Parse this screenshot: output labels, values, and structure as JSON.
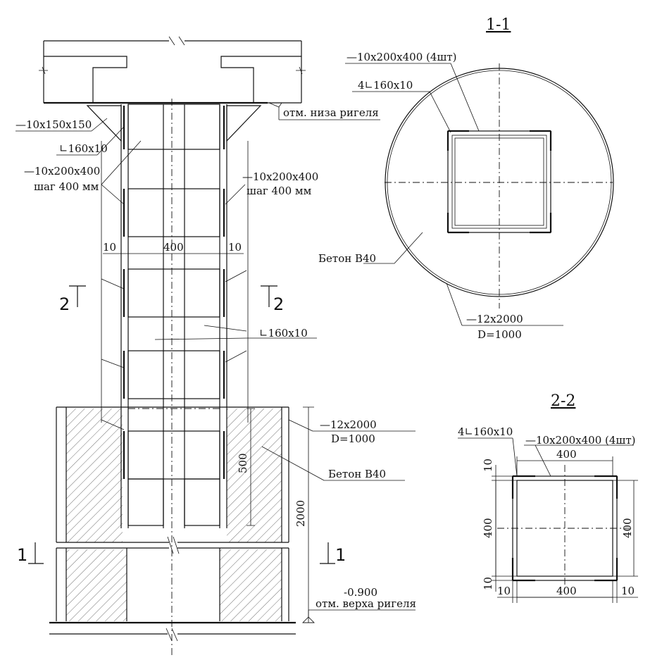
{
  "sections": {
    "s11": "1-1",
    "s22": "2-2",
    "mark1": "1",
    "mark2": "2"
  },
  "elevation": {
    "plate_150": "—10x150x150",
    "angle_a": "∟160x10",
    "plate_left": "—10x200x400",
    "step_left": "шаг 400 мм",
    "plate_right": "—10x200x400",
    "step_right": "шаг 400 мм",
    "dim_10_left": "10",
    "dim_400": "400",
    "dim_10_right": "10",
    "angle_mid": "∟160x10",
    "tube": "—12x2000",
    "tube_d": "D=1000",
    "concrete": "Бетон В40",
    "dim_500": "500",
    "dim_2000": "2000",
    "level_bottom_val": "-0.900",
    "level_bottom": "отм. верха ригеля",
    "level_top": "отм. низа ригеля"
  },
  "sec11": {
    "plates": "—10x200x400 (4шт)",
    "angles": "4∟160x10",
    "concrete": "Бетон В40",
    "tube": "—12x2000",
    "tube_d": "D=1000"
  },
  "sec22": {
    "angles": "4∟160x10",
    "plates": "—10x200x400 (4шт)",
    "dim_top": "400",
    "dim_bottom": "400",
    "dim_left": "400",
    "dim_right": "400",
    "dim_10_top": "10",
    "dim_10_bottom": "10",
    "dim_10_bl": "10",
    "dim_10_br": "10"
  }
}
